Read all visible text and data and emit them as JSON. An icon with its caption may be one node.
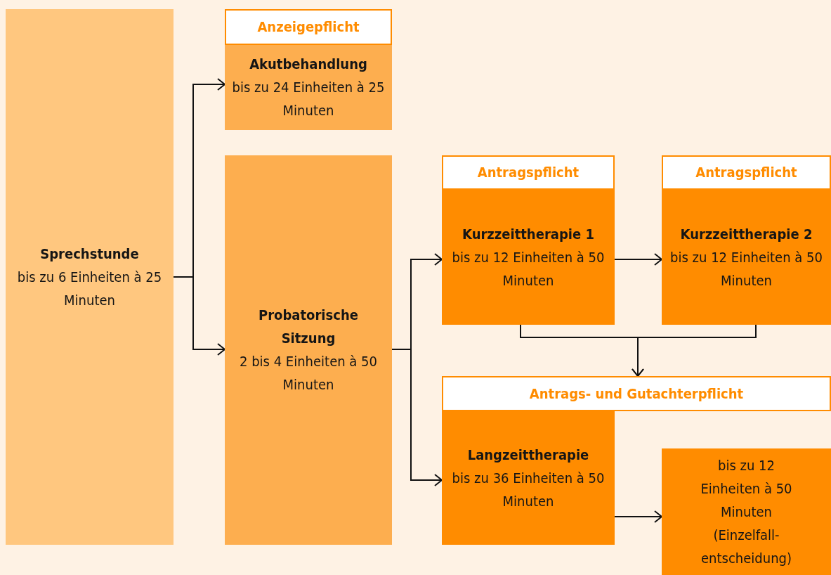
{
  "diagram": {
    "nodes": [
      {
        "text": [
          "Sprechstunde",
          "bis zu 6 Einheiten à 25 Minuten"
        ]
      },
      {
        "text": [
          "Anzeigepflicht"
        ]
      },
      {
        "text": [
          "Akutbehandlung",
          "bis zu 24 Einheiten à 25 Minuten"
        ]
      },
      {
        "text": [
          "Probatorische Sitzung",
          "2 bis 4 Einheiten à 50 Minuten"
        ]
      },
      {
        "text": [
          "Antragspflicht"
        ]
      },
      {
        "text": [
          "Kurzzeittherapie 1",
          "bis zu 12 Einheiten à 50 Minuten"
        ]
      },
      {
        "text": [
          "Antragspflicht"
        ]
      },
      {
        "text": [
          "Kurzzeittherapie 2",
          "bis zu 12 Einheiten à 50 Minuten"
        ]
      },
      {
        "text": [
          "Antrags- und Gutachterpflicht"
        ]
      },
      {
        "text": [
          "Langzeittherapie",
          "bis zu 36 Einheiten à 50 Minuten"
        ]
      },
      {
        "text": [
          "bis zu 12 Einheiten à 50 Minuten (Einzelfall-entscheidung)"
        ]
      }
    ],
    "edges": [
      {
        "from": 0,
        "to": 2,
        "arrow": "to"
      },
      {
        "from": 0,
        "to": 3,
        "arrow": "to"
      },
      {
        "from": 3,
        "to": 5,
        "arrow": "to"
      },
      {
        "from": 3,
        "to": 9,
        "arrow": "to"
      },
      {
        "from": 5,
        "to": 7,
        "arrow": "to"
      },
      {
        "from": 5,
        "to": 8,
        "arrow": "to"
      },
      {
        "from": 7,
        "to": 8,
        "arrow": "to"
      },
      {
        "from": 9,
        "to": 10,
        "arrow": "to"
      }
    ]
  }
}
